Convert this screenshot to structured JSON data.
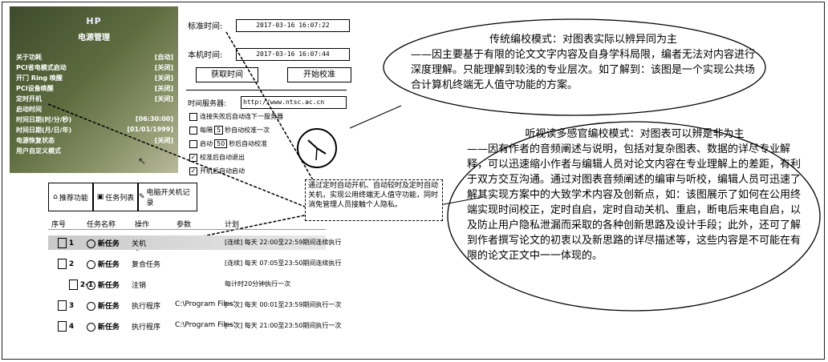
{
  "bios": {
    "title": "HP",
    "subtitle": "电源管理",
    "rows": [
      {
        "label": "关于功耗",
        "value": "[自动]"
      },
      {
        "label": "PCI省电模式启动",
        "value": "[关闭]"
      },
      {
        "label": "开门 Ring 唤醒",
        "value": "[关闭]"
      },
      {
        "label": "PCI设备唤醒",
        "value": "[关闭]"
      },
      {
        "label": "定时开机",
        "value": "[关闭]"
      },
      {
        "label": "启动时间",
        "value": ""
      },
      {
        "label": "时间日期(时/分/秒)",
        "value": "[06:30:00]"
      },
      {
        "label": "时间日期(月/日/年)",
        "value": "[01/01/1999]"
      },
      {
        "label": "电源恢复状态",
        "value": "[关闭]"
      },
      {
        "label": "用户自定义模式",
        "value": ""
      }
    ]
  },
  "sync": {
    "standard_time_label": "标准时间:",
    "standard_time_value": "2017-03-16  16:07:22",
    "local_time_label": "本机时间:",
    "local_time_value": "2017-03-16  16:07:44",
    "get_time_button": "获取时间",
    "start_sync_button": "开始校准",
    "server_label": "时间服务器:",
    "server_value": "http://www.ntsc.ac.cn",
    "options": [
      {
        "text": "连接失败后自动连下一服务器",
        "checked": false
      },
      {
        "text": "每隔",
        "num": "5",
        "suffix": "秒自动校准一次",
        "checked": false
      },
      {
        "text": "启动",
        "num": "50",
        "suffix": "秒后自动校准",
        "checked": false
      },
      {
        "text": "校准后自动退出",
        "checked": true
      },
      {
        "text": "开机后自动启动",
        "checked": true
      }
    ]
  },
  "note": "通过定时自动开机、自动较时及定时自动关机，实现公用终端无人值守功能，同时消免管理人员接触个人隐私。",
  "tasks": {
    "tabs": [
      "推荐功能",
      "任务列表",
      "电脑开关机记录"
    ],
    "headers": [
      "序号",
      "任务名称",
      "操作",
      "参数",
      "计划"
    ],
    "rows": [
      {
        "id": "1",
        "name": "新任务",
        "op": "关机",
        "param": "",
        "plan": "[连续] 每天 22:00至22:59期间连续执行"
      },
      {
        "id": "2",
        "name": "新任务",
        "op": "复合任务",
        "param": "",
        "plan": "[连续] 每天 07:05至23:50期间连续执行"
      },
      {
        "id": "2-1",
        "name": "新任务",
        "op": "注销",
        "param": "",
        "plan": "每计时20分钟执行一次"
      },
      {
        "id": "3",
        "name": "新任务",
        "op": "执行程序",
        "param": "C:\\Program Files'",
        "plan": "[一次] 每天 00:01至23:59期间执行一次"
      },
      {
        "id": "4",
        "name": "新任务",
        "op": "执行程序",
        "param": "C:\\Program Files'",
        "plan": "[一次] 每天 21:00至23:50期间执行一次"
      }
    ]
  },
  "callout1": {
    "title": "传统编校模式：对图表实际以辨异同为主",
    "body": "——因主要基于有限的论文文字内容及自身学科局限，编者无法对内容进行深度理解。只能理解到较浅的专业层次。如了解到：该图是一个实现公共场合计算机终端无人值守功能的方案。"
  },
  "callout2": {
    "title": "听视读多感官编校模式：对图表可以辨是非为主",
    "body": "——因有作者的音频阐述与说明，包括对复杂图表、数据的详尽专业解释，可以迅速缩小作者与编辑人员对论文内容在专业理解上的差距，有利于双方交互沟通。通过对图表音频阐述的编审与听校，编辑人员可迅速了解其实现方案中的大致学术内容及创新点，如：该图展示了如何在公用终端实现时间校正，定时自启，定时自动关机、重启，断电后来电自启，以及防止用户隐私泄漏而采取的各种创新思路及设计手段；此外，还可了解到作者撰写论文的初衷以及新思路的详尽描述等，这些内容是不可能在有限的论文正文中一一体现的。"
  }
}
